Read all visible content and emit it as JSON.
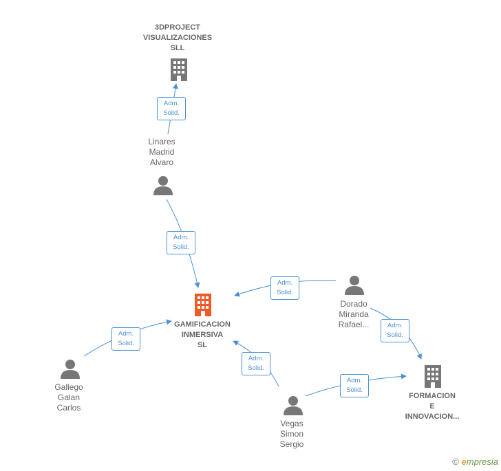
{
  "nodes": {
    "project3d": {
      "label": "3DPROJECT\nVISUALIZACIONES\nSLL",
      "type": "company"
    },
    "gamificacion": {
      "label": "GAMIFICACION\nINMERSIVA\nSL",
      "type": "company-main"
    },
    "formacion": {
      "label": "FORMACION\nE\nINNOVACION...",
      "type": "company"
    },
    "linares": {
      "label": "Linares\nMadrid\nAlvaro",
      "type": "person"
    },
    "dorado": {
      "label": "Dorado\nMiranda\nRafael...",
      "type": "person"
    },
    "gallego": {
      "label": "Gallego\nGalan\nCarlos",
      "type": "person"
    },
    "vegas": {
      "label": "Vegas\nSimon\nSergio",
      "type": "person"
    }
  },
  "edges": [
    {
      "from": "linares",
      "to": "project3d",
      "label_line1": "Adm.",
      "label_line2": "Solid."
    },
    {
      "from": "linares",
      "to": "gamificacion",
      "label_line1": "Adm.",
      "label_line2": "Solid."
    },
    {
      "from": "dorado",
      "to": "gamificacion",
      "label_line1": "Adm.",
      "label_line2": "Solid."
    },
    {
      "from": "dorado",
      "to": "formacion",
      "label_line1": "Adm.",
      "label_line2": "Solid."
    },
    {
      "from": "gallego",
      "to": "gamificacion",
      "label_line1": "Adm.",
      "label_line2": "Solid."
    },
    {
      "from": "vegas",
      "to": "gamificacion",
      "label_line1": "Adm.",
      "label_line2": "Solid."
    },
    {
      "from": "vegas",
      "to": "formacion",
      "label_line1": "Adm.",
      "label_line2": "Solid."
    }
  ],
  "colors": {
    "edge": "#4a90d9",
    "node_gray": "#777777",
    "main_company": "#f05a28"
  },
  "watermark": {
    "symbol": "©",
    "initial": "e",
    "brand": "mpresia"
  }
}
